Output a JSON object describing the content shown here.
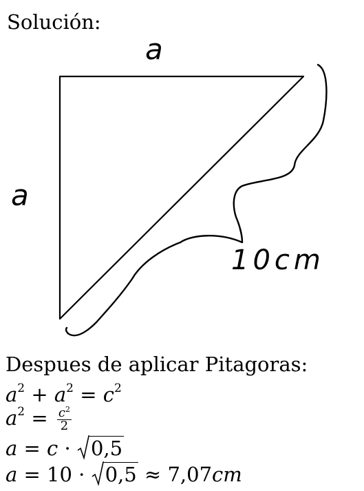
{
  "heading": "Solución:",
  "figure": {
    "top_side_label": "a",
    "left_side_label": "a",
    "hypotenuse_label": "10cm"
  },
  "explanation": {
    "intro": "Despues de aplicar Pitagoras:",
    "eq1": {
      "a": "a",
      "e1": "2",
      "plus": " + ",
      "b": "a",
      "e2": "2",
      "eq": " = ",
      "c": "c",
      "e3": "2"
    },
    "eq2": {
      "a": "a",
      "e1": "2",
      "eq": " = ",
      "num_c": "c",
      "num_e": "2",
      "den": "2"
    },
    "eq3": {
      "a": "a",
      "eq": " = ",
      "c": "c",
      "dot": " · ",
      "radicand": "0,5"
    },
    "eq4": {
      "a": "a",
      "eq": " = 10 · ",
      "radicand": "0,5",
      "approx": " ≈ 7,07",
      "unit": "cm"
    }
  }
}
